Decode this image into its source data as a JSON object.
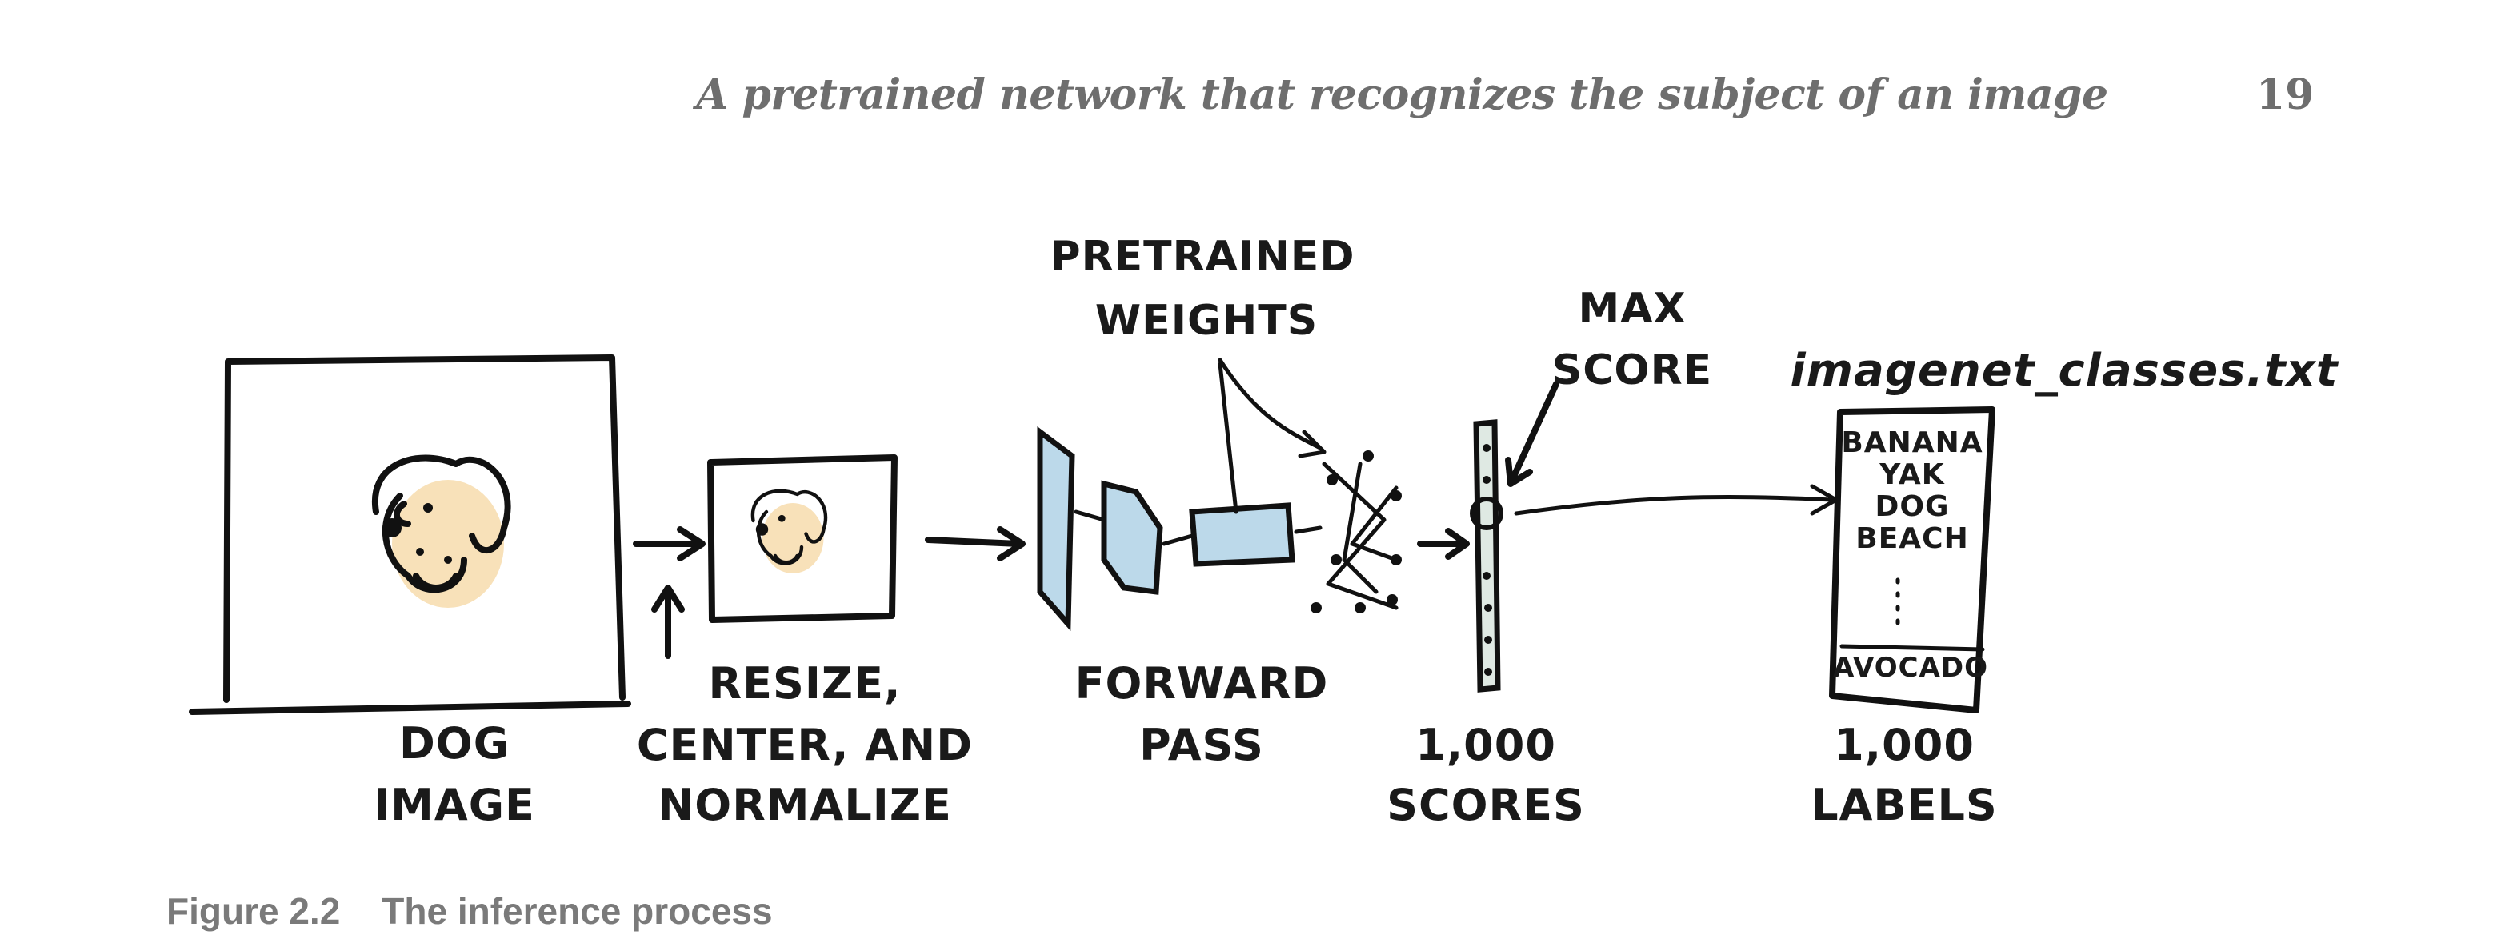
{
  "header": {
    "title": "A pretrained network that recognizes the subject of an image",
    "page_number": "19"
  },
  "figure": {
    "caption_label": "Figure 2.2",
    "caption_text": "The inference process",
    "labels": {
      "dog_image_1": "DOG",
      "dog_image_2": "IMAGE",
      "resize_1": "RESIZE,",
      "resize_2": "CENTER, AND",
      "resize_3": "NORMALIZE",
      "weights_1": "PRETRAINED",
      "weights_2": "WEIGHTS",
      "forward_1": "FORWARD",
      "forward_2": "PASS",
      "max_1": "MAX",
      "max_2": "SCORE",
      "scores_1": "1,000",
      "scores_2": "SCORES",
      "classes_file": "imagenet_classes.txt",
      "labels_1": "1,000",
      "labels_2": "LABELS"
    },
    "class_list": [
      "BANANA",
      "YAK",
      "DOG",
      "BEACH",
      "AVOCADO"
    ],
    "colors": {
      "ink": "#111111",
      "tensor_fill": "#bcd9ea",
      "dog_fill": "#f6d9a8",
      "scores_fill": "#dfe9e3"
    }
  }
}
